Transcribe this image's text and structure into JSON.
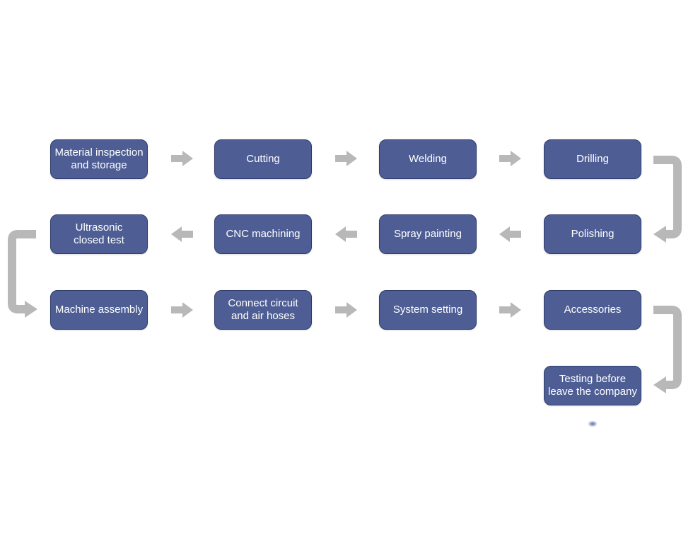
{
  "steps": [
    {
      "id": "material-inspection",
      "label": "Material inspection\nand storage"
    },
    {
      "id": "cutting",
      "label": "Cutting"
    },
    {
      "id": "welding",
      "label": "Welding"
    },
    {
      "id": "drilling",
      "label": "Drilling"
    },
    {
      "id": "ultrasonic",
      "label": "Ultrasonic\nclosed test"
    },
    {
      "id": "cnc-machining",
      "label": "CNC machining"
    },
    {
      "id": "spray-painting",
      "label": "Spray painting"
    },
    {
      "id": "polishing",
      "label": "Polishing"
    },
    {
      "id": "machine-assembly",
      "label": "Machine assembly"
    },
    {
      "id": "connect-circuit",
      "label": "Connect circuit\nand air hoses"
    },
    {
      "id": "system-setting",
      "label": "System setting"
    },
    {
      "id": "accessories",
      "label": "Accessories"
    },
    {
      "id": "testing",
      "label": "Testing before\nleave the company"
    }
  ],
  "colors": {
    "box_fill": "#4e5e95",
    "box_border": "#2f3d6b",
    "arrow": "#b8b8b8",
    "text": "#ffffff"
  }
}
